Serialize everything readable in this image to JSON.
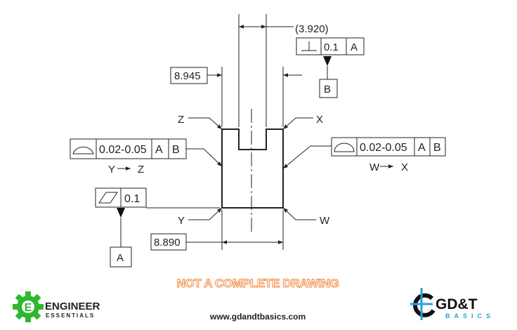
{
  "dimensions": {
    "slot_width_ref": "(3.920)",
    "top_width": "8.945",
    "bottom_width": "8.890"
  },
  "perpendicularity_fcf": {
    "symbol": "perpendicularity-icon",
    "tolerance": "0.1",
    "datum": "A"
  },
  "datum_b": "B",
  "datum_a": "A",
  "left_profile_fcf": {
    "symbol": "profile-of-surface-icon",
    "tolerance": "0.02-0.05",
    "datum1": "A",
    "datum2": "B",
    "between_from": "Y",
    "between_to": "Z"
  },
  "right_profile_fcf": {
    "symbol": "profile-of-surface-icon",
    "tolerance": "0.02-0.05",
    "datum1": "A",
    "datum2": "B",
    "between_from": "W",
    "between_to": "X"
  },
  "flatness_fcf": {
    "symbol": "flatness-icon",
    "tolerance": "0.1"
  },
  "point_labels": {
    "z": "Z",
    "x": "X",
    "y": "Y",
    "w": "W"
  },
  "notice": "NOT A COMPLETE DRAWING",
  "website": "www.gdandtbasics.com",
  "logo_left": {
    "line1": "ENGINEER",
    "line2": "ESSENTIALS",
    "color": "#2eb82e"
  },
  "logo_right": {
    "line1": "GD&T",
    "line2": "BASICS",
    "accent": "#2e9fd9"
  }
}
